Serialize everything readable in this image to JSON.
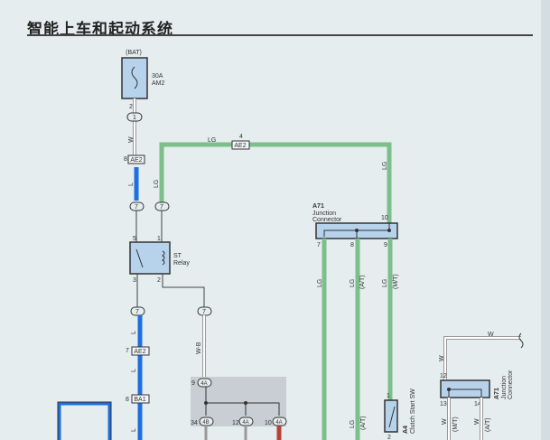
{
  "title": "智能上车和起动系统",
  "colors": {
    "blue": "#1f6fe0",
    "green": "#7cbf8a",
    "red": "#b4423a",
    "white_wire": "#ffffff",
    "component": "#b7d3ec",
    "shade": "#c8ced3"
  },
  "fuse": {
    "source": "(BAT)",
    "rating": "30A",
    "name": "AM2",
    "pin": "2"
  },
  "connectors": {
    "c1": "1",
    "ae2_top_pin": "8",
    "ae2_top": "AE2",
    "ae2_mid_pin": "4",
    "ae2_mid": "AE2",
    "c7a": "7",
    "c7b": "7",
    "c7c": "7",
    "c7d": "7",
    "ae2_low_pin": "7",
    "ae2_low": "AE2",
    "ba1_pin": "8",
    "ba1": "BA1",
    "j9_pin": "9",
    "j9": "4A",
    "j34_pin": "34",
    "j34": "4B",
    "j12_pin": "12",
    "j12": "4A",
    "j10_pin": "10",
    "j10": "4A"
  },
  "wires": {
    "w": "W",
    "lg": "LG",
    "l": "L",
    "wb": "W-B",
    "at": "(A/T)",
    "mt": "(M/T)"
  },
  "relay": {
    "name": "ST",
    "sub": "Relay",
    "pin5": "5",
    "pin1": "1",
    "pin3": "3",
    "pin2": "2"
  },
  "a71": {
    "id": "A71",
    "line1": "Junction",
    "line2": "Connector",
    "pin10": "10",
    "pin7": "7",
    "pin8": "8",
    "pin9": "9"
  },
  "a4": {
    "id": "A4",
    "name": "Clutch Start SW",
    "pin1": "1",
    "pin2": "2"
  },
  "a71b": {
    "id": "A71",
    "line1": "Junction",
    "line2": "Connector",
    "pin12": "12",
    "pin13": "13",
    "pin14": "14"
  }
}
